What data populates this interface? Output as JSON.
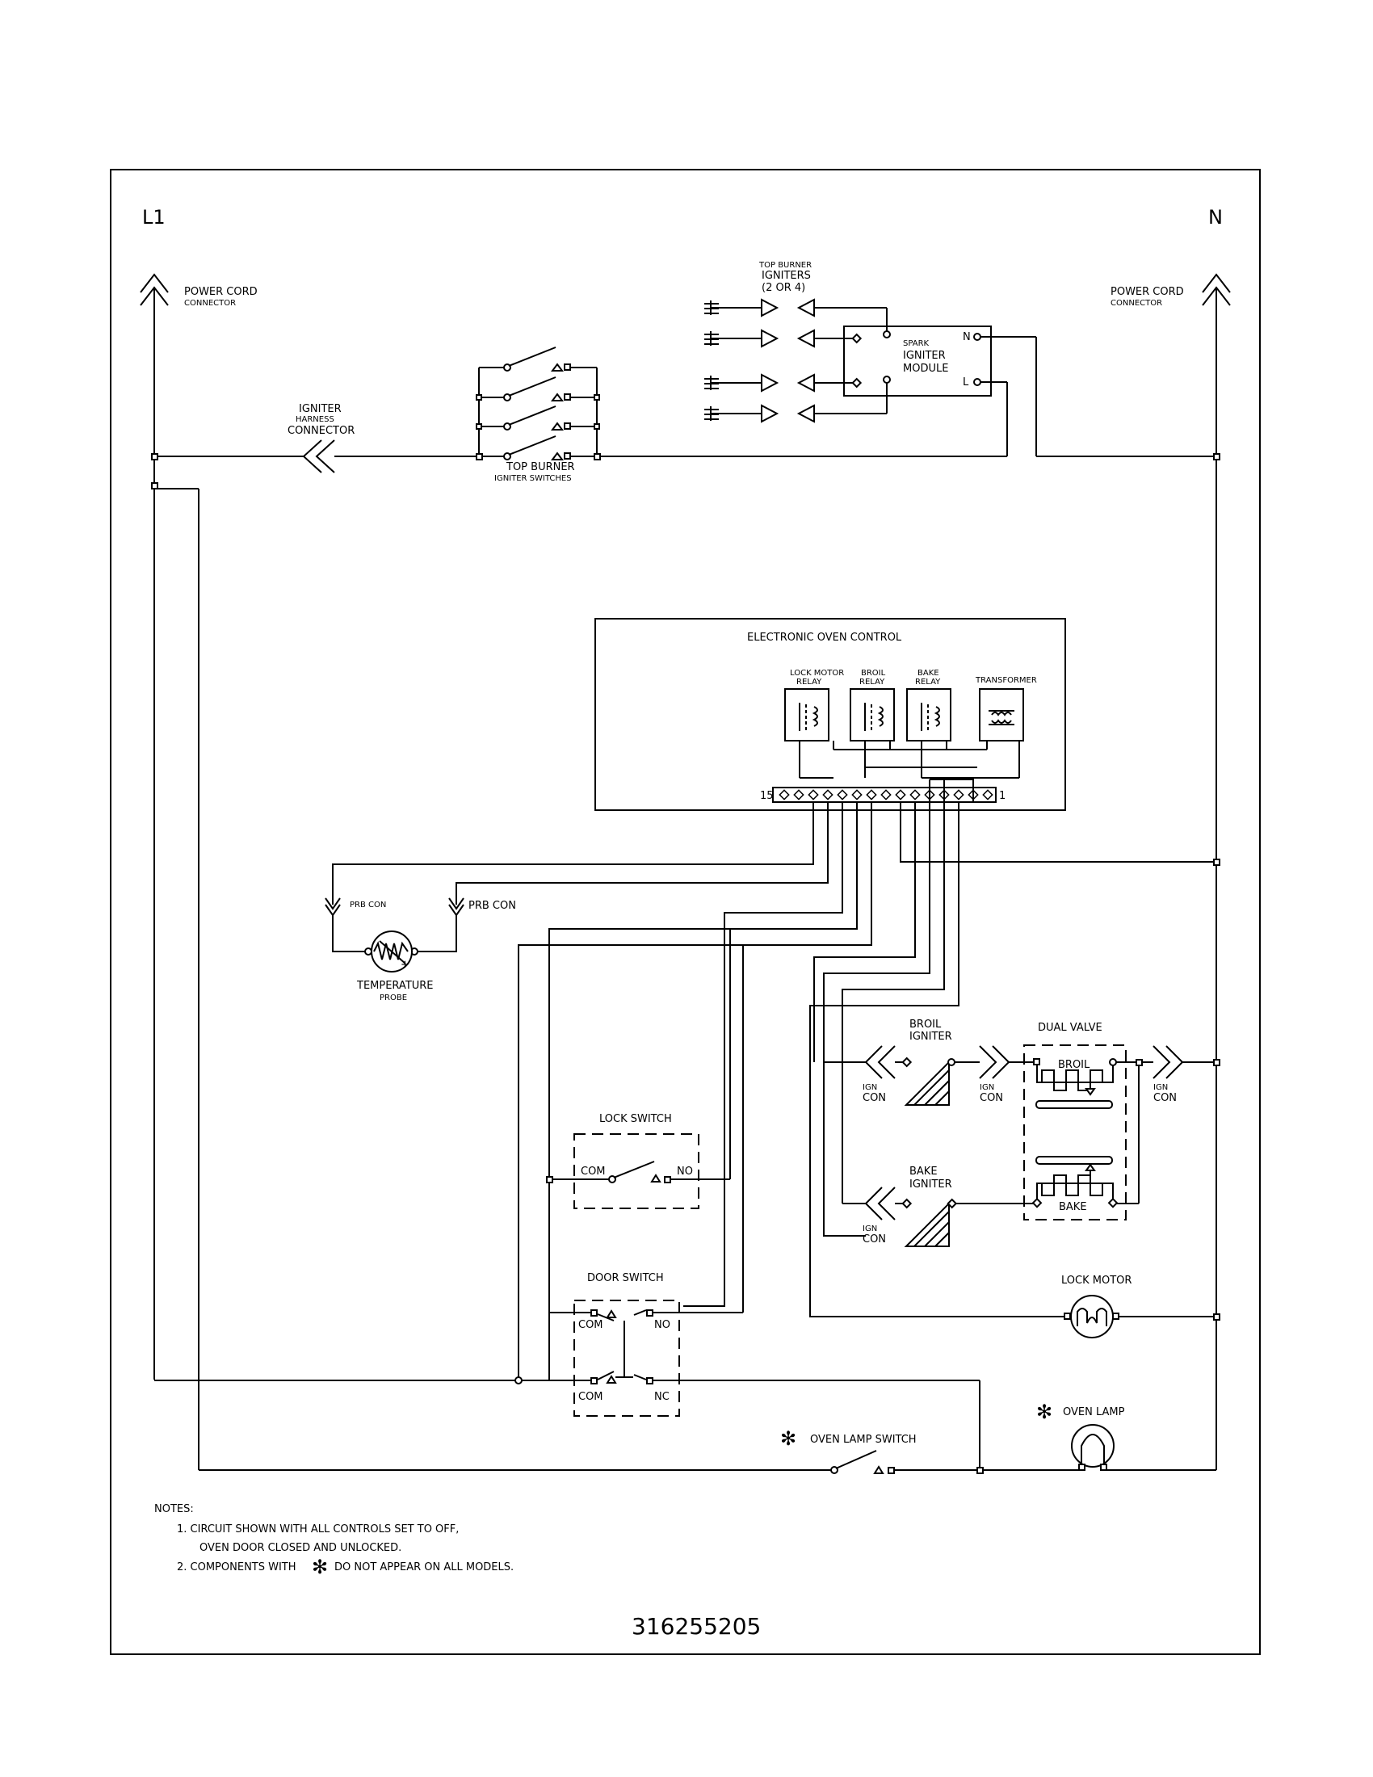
{
  "labels": {
    "l1": "L1",
    "n": "N",
    "power_cord_left_1": "POWER CORD",
    "power_cord_left_2": "CONNECTOR",
    "power_cord_right_1": "POWER CORD",
    "power_cord_right_2": "CONNECTOR",
    "igniter_harness_1": "IGNITER",
    "igniter_harness_2": "HARNESS",
    "igniter_harness_3": "CONNECTOR",
    "top_burner_switches_1": "TOP BURNER",
    "top_burner_switches_2": "IGNITER SWITCHES",
    "top_burner_igniters_1": "TOP BURNER",
    "top_burner_igniters_2": "IGNITERS",
    "top_burner_igniters_3": "(2 OR 4)",
    "spark_module_1": "SPARK",
    "spark_module_2": "IGNITER",
    "spark_module_3": "MODULE",
    "module_n": "N",
    "module_l": "L",
    "eoc_title": "ELECTRONIC OVEN CONTROL",
    "lock_relay_1": "LOCK MOTOR",
    "lock_relay_2": "RELAY",
    "broil_relay_1": "BROIL",
    "broil_relay_2": "RELAY",
    "bake_relay_1": "BAKE",
    "bake_relay_2": "RELAY",
    "transformer": "TRANSFORMER",
    "pin_15": "15",
    "pin_1": "1",
    "prb_con_left": "PRB CON",
    "prb_con_right": "PRB CON",
    "temp_probe_1": "TEMPERATURE",
    "temp_probe_2": "PROBE",
    "lock_switch": "LOCK SWITCH",
    "lock_com": "COM",
    "lock_no": "NO",
    "door_switch": "DOOR SWITCH",
    "door_com_top": "COM",
    "door_no": "NO",
    "door_com_bottom": "COM",
    "door_nc": "NC",
    "broil_igniter_1": "BROIL",
    "broil_igniter_2": "IGNITER",
    "bake_igniter_1": "BAKE",
    "bake_igniter_2": "IGNITER",
    "dual_valve": "DUAL VALVE",
    "valve_broil": "BROIL",
    "valve_bake": "BAKE",
    "ign_con": "IGN",
    "ign_con_2": "CON",
    "lock_motor": "LOCK MOTOR",
    "asterisk": "✻",
    "oven_lamp_switch": "OVEN LAMP SWITCH",
    "oven_lamp": "OVEN LAMP"
  },
  "notes": {
    "heading": "NOTES:",
    "line1": "1.  CIRCUIT SHOWN WITH ALL CONTROLS SET TO OFF,",
    "line1b": "OVEN DOOR CLOSED AND UNLOCKED.",
    "line2a": "2.  COMPONENTS WITH",
    "line2b": "DO NOT APPEAR ON ALL MODELS."
  },
  "part_number": "316255205"
}
